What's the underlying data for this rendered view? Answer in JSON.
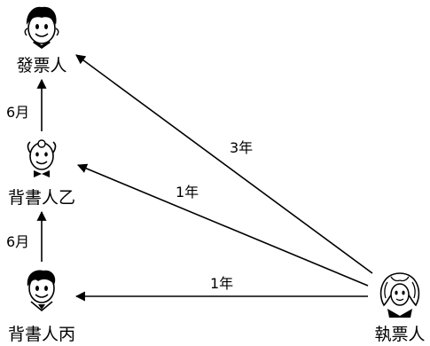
{
  "nodes": {
    "drawer": {
      "label": "發票人",
      "icon": "man-face-icon"
    },
    "endorser_b": {
      "label": "背書人乙",
      "icon": "bald-man-bowtie-icon"
    },
    "endorser_c": {
      "label": "背書人丙",
      "icon": "man-collar-icon"
    },
    "holder": {
      "label": "執票人",
      "icon": "woman-face-icon"
    }
  },
  "edges": {
    "c_to_b": "6月",
    "b_to_drawer": "6月",
    "holder_to_drawer": "3年",
    "holder_to_b": "1年",
    "holder_to_c": "1年"
  }
}
